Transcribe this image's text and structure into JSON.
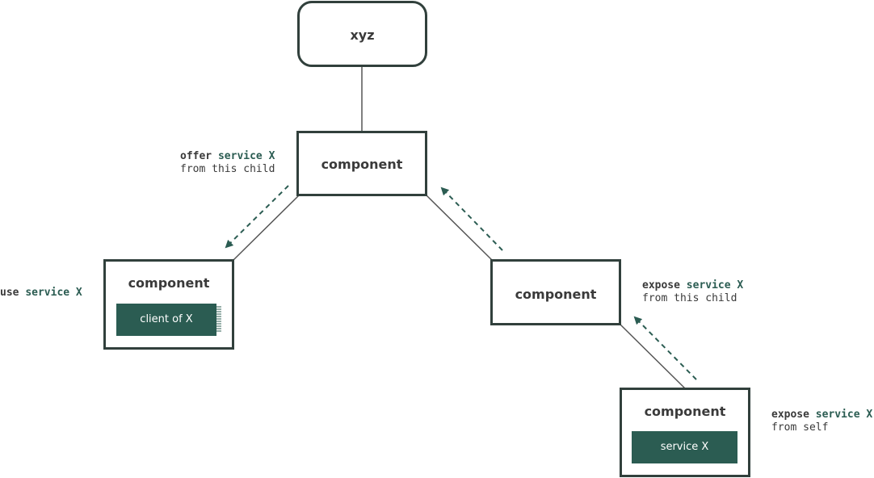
{
  "colors": {
    "accent": "#2b5c52",
    "border": "#31403c",
    "text": "#3a3a3a"
  },
  "root": {
    "label": "xyz"
  },
  "components": {
    "middle": {
      "label": "component"
    },
    "left": {
      "label": "component",
      "badge": "client of X"
    },
    "right": {
      "label": "component"
    },
    "bottom": {
      "label": "component",
      "badge": "service X"
    }
  },
  "notes": {
    "offer": {
      "verb": "offer",
      "service": "service X",
      "line2": "from this child"
    },
    "use": {
      "verb": "use",
      "service": "service X"
    },
    "expose_child": {
      "verb": "expose",
      "service": "service X",
      "line2": "from this child"
    },
    "expose_self": {
      "verb": "expose",
      "service": "service X",
      "line2": "from self"
    }
  }
}
